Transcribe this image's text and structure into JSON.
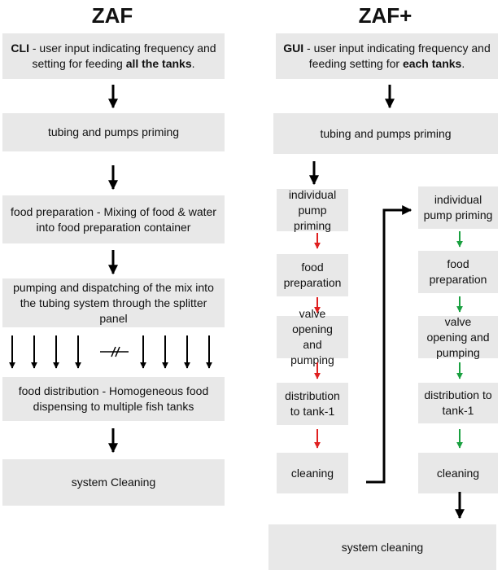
{
  "titles": {
    "left": "ZAF",
    "right": "ZAF+"
  },
  "left": {
    "input": {
      "key": "CLI",
      "pre": " - user input indicating frequency and setting for feeding ",
      "bold": "all the tanks",
      "post": "."
    },
    "priming": "tubing and pumps priming",
    "food_prep": "food preparation - Mixing of food & water into food preparation container",
    "pumping": "pumping and dispatching of the mix into the tubing system through the splitter panel",
    "distribution": "food distribution - Homogeneous food dispensing to multiple fish tanks",
    "cleaning": "system Cleaning"
  },
  "right": {
    "input": {
      "key": "GUI",
      "pre": " - user input indicating frequency and feeding setting for ",
      "bold": "each tanks",
      "post": "."
    },
    "priming": "tubing and pumps priming",
    "col_a": [
      "individual pump priming",
      "food preparation",
      "valve opening and pumping",
      "distribution to tank-1",
      "cleaning"
    ],
    "col_b": [
      "individual pump priming",
      "food preparation",
      "valve opening and pumping",
      "distribution to tank-1",
      "cleaning"
    ],
    "final": "system cleaning"
  },
  "colors": {
    "box": "#e8e8e8",
    "arrow_black": "#000000",
    "arrow_red": "#e02020",
    "arrow_green": "#1aa040"
  }
}
